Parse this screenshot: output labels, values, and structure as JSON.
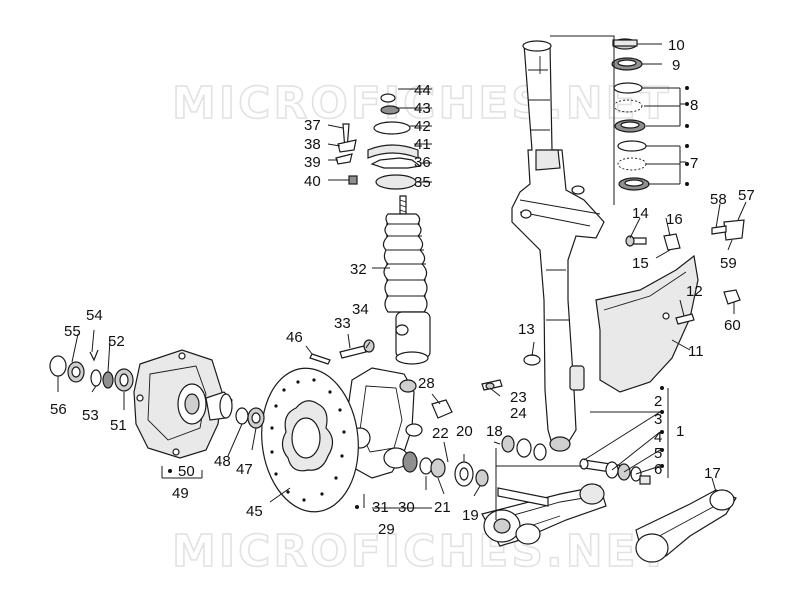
{
  "watermark": {
    "text": "MICROFICHES.NET"
  },
  "callouts": {
    "n1": "1",
    "n2": "2",
    "n3": "3",
    "n4": "4",
    "n5": "5",
    "n6": "6",
    "n7": "7",
    "n8": "8",
    "n9": "9",
    "n10": "10",
    "n11": "11",
    "n12": "12",
    "n13": "13",
    "n14": "14",
    "n15": "15",
    "n16": "16",
    "n17": "17",
    "n18": "18",
    "n19": "19",
    "n20": "20",
    "n21": "21",
    "n22": "22",
    "n23": "23",
    "n24": "24",
    "n28": "28",
    "n29": "29",
    "n30": "30",
    "n31": "31",
    "n32": "32",
    "n33": "33",
    "n34": "34",
    "n35": "35",
    "n36": "36",
    "n37": "37",
    "n38": "38",
    "n39": "39",
    "n40": "40",
    "n41": "41",
    "n42": "42",
    "n43": "43",
    "n44": "44",
    "n45": "45",
    "n46": "46",
    "n47": "47",
    "n48": "48",
    "n49": "49",
    "n50": "50",
    "n51": "51",
    "n52": "52",
    "n53": "53",
    "n54": "54",
    "n55": "55",
    "n56": "56",
    "n57": "57",
    "n58": "58",
    "n59": "59",
    "n60": "60"
  }
}
